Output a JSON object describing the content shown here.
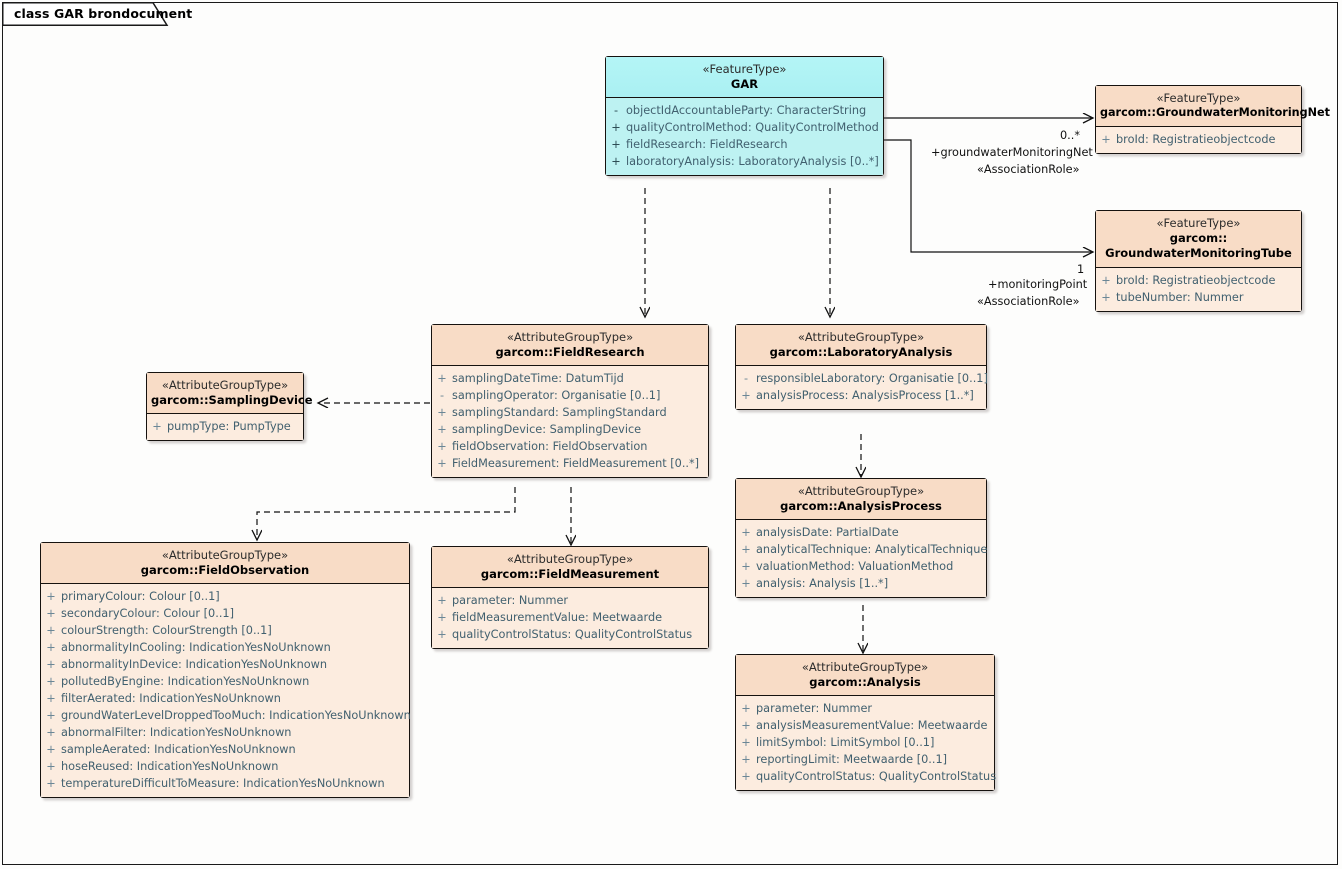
{
  "diagram": {
    "title": "class GAR brondocument",
    "colors": {
      "feature_fill": "#b4f5f6",
      "group_fill": "#fcecdf",
      "group_header": "#f8dcc6",
      "border": "#16120f",
      "attr_text": "#41606f"
    }
  },
  "classes": {
    "gar": {
      "stereotype": "«FeatureType»",
      "name": "GAR",
      "attributes": [
        {
          "visibility": "-",
          "text": "objectIdAccountableParty: CharacterString"
        },
        {
          "visibility": "+",
          "text": "qualityControlMethod: QualityControlMethod"
        },
        {
          "visibility": "+",
          "text": "fieldResearch: FieldResearch"
        },
        {
          "visibility": "+",
          "text": "laboratoryAnalysis: LaboratoryAnalysis [0..*]"
        }
      ]
    },
    "gwmnet": {
      "stereotype": "«FeatureType»",
      "name": "garcom::GroundwaterMonitoringNet",
      "attributes": [
        {
          "visibility": "+",
          "text": "broId: Registratieobjectcode"
        }
      ]
    },
    "gwmtube": {
      "stereotype": "«FeatureType»",
      "name": "garcom::",
      "name2": "GroundwaterMonitoringTube",
      "attributes": [
        {
          "visibility": "+",
          "text": "broId: Registratieobjectcode"
        },
        {
          "visibility": "+",
          "text": "tubeNumber: Nummer"
        }
      ]
    },
    "samplingdevice": {
      "stereotype": "«AttributeGroupType»",
      "name": "garcom::SamplingDevice",
      "attributes": [
        {
          "visibility": "+",
          "text": "pumpType: PumpType"
        }
      ]
    },
    "fieldresearch": {
      "stereotype": "«AttributeGroupType»",
      "name": "garcom::FieldResearch",
      "attributes": [
        {
          "visibility": "+",
          "text": "samplingDateTime: DatumTijd"
        },
        {
          "visibility": "-",
          "text": "samplingOperator: Organisatie [0..1]"
        },
        {
          "visibility": "+",
          "text": "samplingStandard: SamplingStandard"
        },
        {
          "visibility": "+",
          "text": "samplingDevice: SamplingDevice"
        },
        {
          "visibility": "+",
          "text": "fieldObservation: FieldObservation"
        },
        {
          "visibility": "+",
          "text": "FieldMeasurement: FieldMeasurement [0..*]"
        }
      ]
    },
    "laboratoryanalysis": {
      "stereotype": "«AttributeGroupType»",
      "name": "garcom::LaboratoryAnalysis",
      "attributes": [
        {
          "visibility": "-",
          "text": "responsibleLaboratory: Organisatie [0..1]"
        },
        {
          "visibility": "+",
          "text": "analysisProcess: AnalysisProcess [1..*]"
        }
      ]
    },
    "analysisprocess": {
      "stereotype": "«AttributeGroupType»",
      "name": "garcom::AnalysisProcess",
      "attributes": [
        {
          "visibility": "+",
          "text": "analysisDate: PartialDate"
        },
        {
          "visibility": "+",
          "text": "analyticalTechnique: AnalyticalTechnique"
        },
        {
          "visibility": "+",
          "text": "valuationMethod: ValuationMethod"
        },
        {
          "visibility": "+",
          "text": "analysis: Analysis [1..*]"
        }
      ]
    },
    "analysis": {
      "stereotype": "«AttributeGroupType»",
      "name": "garcom::Analysis",
      "attributes": [
        {
          "visibility": "+",
          "text": "parameter: Nummer"
        },
        {
          "visibility": "+",
          "text": "analysisMeasurementValue: Meetwaarde"
        },
        {
          "visibility": "+",
          "text": "limitSymbol: LimitSymbol [0..1]"
        },
        {
          "visibility": "+",
          "text": "reportingLimit: Meetwaarde [0..1]"
        },
        {
          "visibility": "+",
          "text": "qualityControlStatus: QualityControlStatus"
        }
      ]
    },
    "fieldobservation": {
      "stereotype": "«AttributeGroupType»",
      "name": "garcom::FieldObservation",
      "attributes": [
        {
          "visibility": "+",
          "text": "primaryColour: Colour [0..1]"
        },
        {
          "visibility": "+",
          "text": "secondaryColour: Colour [0..1]"
        },
        {
          "visibility": "+",
          "text": "colourStrength: ColourStrength [0..1]"
        },
        {
          "visibility": "+",
          "text": "abnormalityInCooling: IndicationYesNoUnknown"
        },
        {
          "visibility": "+",
          "text": "abnormalityInDevice: IndicationYesNoUnknown"
        },
        {
          "visibility": "+",
          "text": "pollutedByEngine: IndicationYesNoUnknown"
        },
        {
          "visibility": "+",
          "text": "filterAerated: IndicationYesNoUnknown"
        },
        {
          "visibility": "+",
          "text": "groundWaterLevelDroppedTooMuch: IndicationYesNoUnknown"
        },
        {
          "visibility": "+",
          "text": "abnormalFilter: IndicationYesNoUnknown"
        },
        {
          "visibility": "+",
          "text": "sampleAerated: IndicationYesNoUnknown"
        },
        {
          "visibility": "+",
          "text": "hoseReused: IndicationYesNoUnknown"
        },
        {
          "visibility": "+",
          "text": "temperatureDifficultToMeasure: IndicationYesNoUnknown"
        }
      ]
    },
    "fieldmeasurement": {
      "stereotype": "«AttributeGroupType»",
      "name": "garcom::FieldMeasurement",
      "attributes": [
        {
          "visibility": "+",
          "text": "parameter: Nummer"
        },
        {
          "visibility": "+",
          "text": "fieldMeasurementValue: Meetwaarde"
        },
        {
          "visibility": "+",
          "text": "qualityControlStatus: QualityControlStatus"
        }
      ]
    }
  },
  "connectors": {
    "gar_to_net": {
      "multiplicity": "0..*",
      "role": "+groundwaterMonitoringNet",
      "stereotype": "«AssociationRole»"
    },
    "gar_to_tube": {
      "multiplicity": "1",
      "role": "+monitoringPoint",
      "stereotype": "«AssociationRole»"
    }
  }
}
